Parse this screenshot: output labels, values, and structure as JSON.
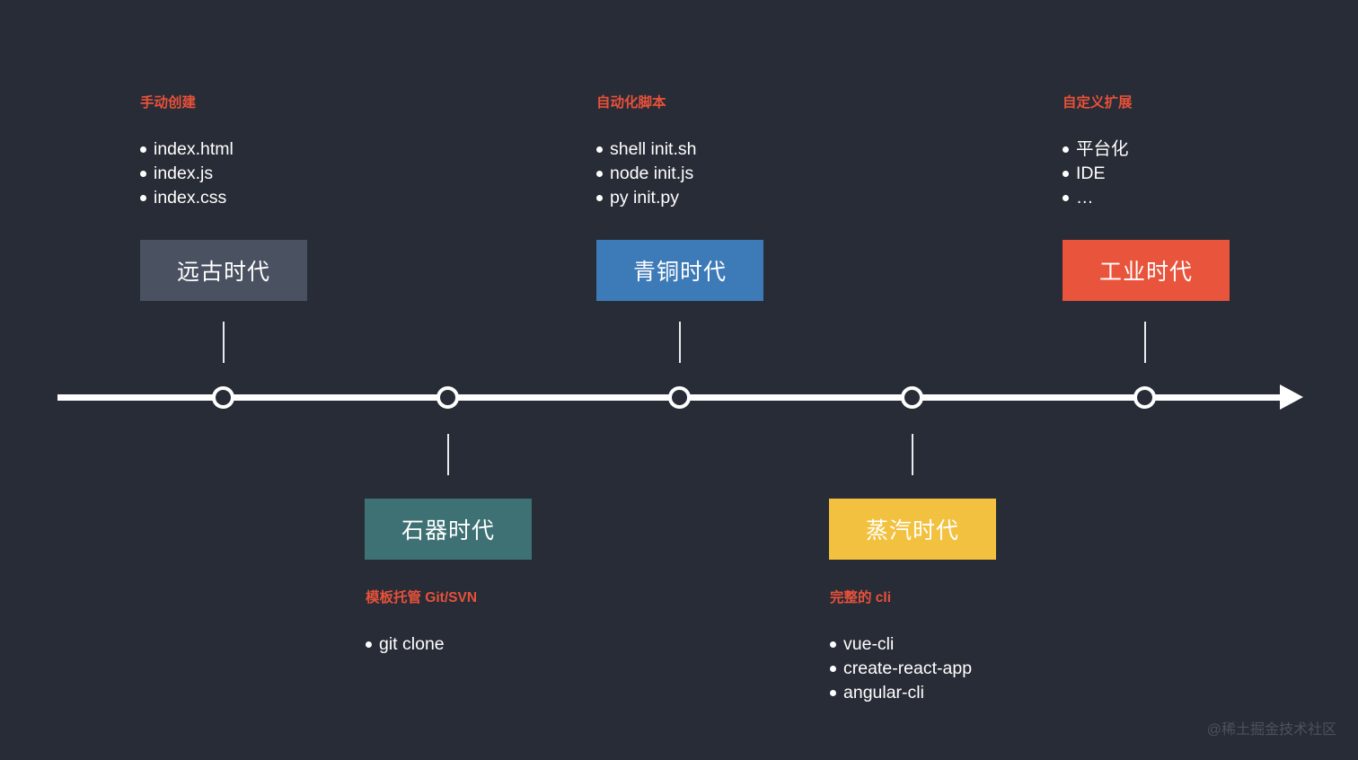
{
  "background_color": "#282c36",
  "axis": {
    "color": "#ffffff",
    "direction": "left-to-right",
    "node_count": 5
  },
  "watermark": "@稀土掘金技术社区",
  "palette": {
    "accent_label": "#e8513a",
    "stone_age": "#4a5160",
    "paleo_age": "#3d7174",
    "bronze_age": "#3d7ab8",
    "steam_age": "#f2c13f",
    "industrial_age": "#e9543c",
    "text": "#ffffff",
    "watermark": "#4b515e"
  },
  "stages": [
    {
      "id": "ancient",
      "position": "above",
      "node_index": 0,
      "title": "手动创建",
      "items": [
        "index.html",
        "index.js",
        "index.css"
      ],
      "box_label": "远古时代",
      "box_color": "#4a5160"
    },
    {
      "id": "stone",
      "position": "below",
      "node_index": 1,
      "title": "模板托管 Git/SVN",
      "items": [
        "git clone"
      ],
      "box_label": "石器时代",
      "box_color": "#3d7174"
    },
    {
      "id": "bronze",
      "position": "above",
      "node_index": 2,
      "title": "自动化脚本",
      "items": [
        "shell init.sh",
        "node init.js",
        "py init.py"
      ],
      "box_label": "青铜时代",
      "box_color": "#3d7ab8"
    },
    {
      "id": "steam",
      "position": "below",
      "node_index": 3,
      "title": "完整的 cli",
      "items": [
        "vue-cli",
        "create-react-app",
        "angular-cli"
      ],
      "box_label": "蒸汽时代",
      "box_color": "#f2c13f"
    },
    {
      "id": "industrial",
      "position": "above",
      "node_index": 4,
      "title": "自定义扩展",
      "items": [
        "平台化",
        "IDE",
        "…"
      ],
      "box_label": "工业时代",
      "box_color": "#e9543c"
    }
  ]
}
